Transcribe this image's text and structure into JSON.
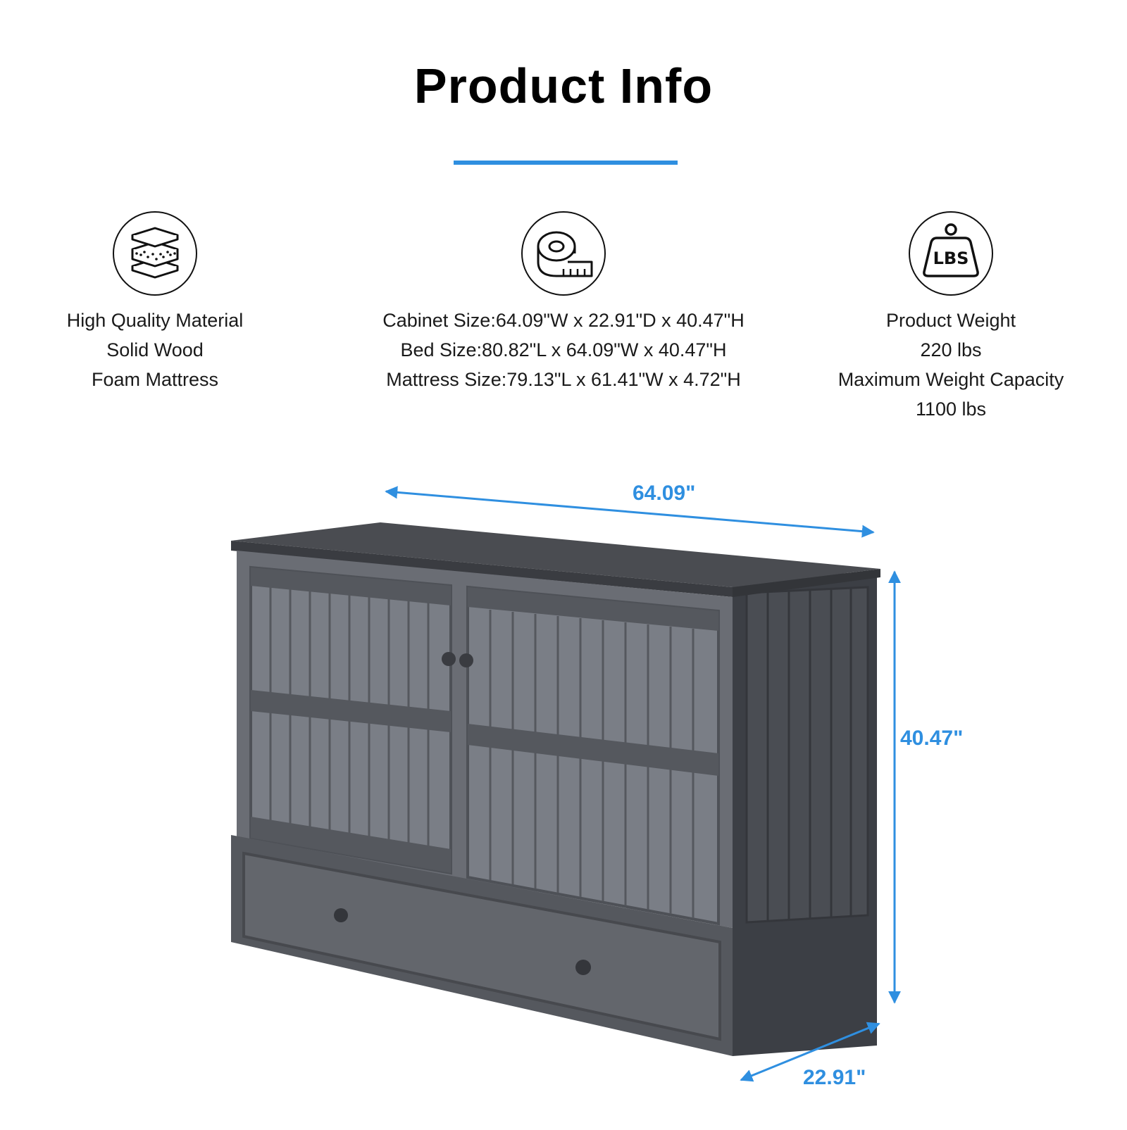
{
  "header": {
    "title": "Product Info"
  },
  "colors": {
    "accent": "#2f8fe0",
    "cabinet": "#5c5f66",
    "cabinet_dark": "#44474d",
    "cabinet_light": "#70747b"
  },
  "features": [
    {
      "icon": "layers-material-icon",
      "lines": [
        "High Quality Material",
        "Solid Wood",
        "Foam Mattress"
      ]
    },
    {
      "icon": "tape-measure-icon",
      "lines": [
        "Cabinet Size:64.09\"W x 22.91\"D x 40.47\"H",
        "Bed Size:80.82\"L x 64.09\"W x 40.47\"H",
        "Mattress Size:79.13\"L x 61.41\"W x 4.72\"H"
      ]
    },
    {
      "icon": "weight-lbs-icon",
      "icon_text": "LBS",
      "lines": [
        "Product Weight",
        "220 lbs",
        "Maximum Weight Capacity",
        "1100 lbs"
      ]
    }
  ],
  "dimensions": {
    "width": "64.09\"",
    "height": "40.47\"",
    "depth": "22.91\""
  }
}
